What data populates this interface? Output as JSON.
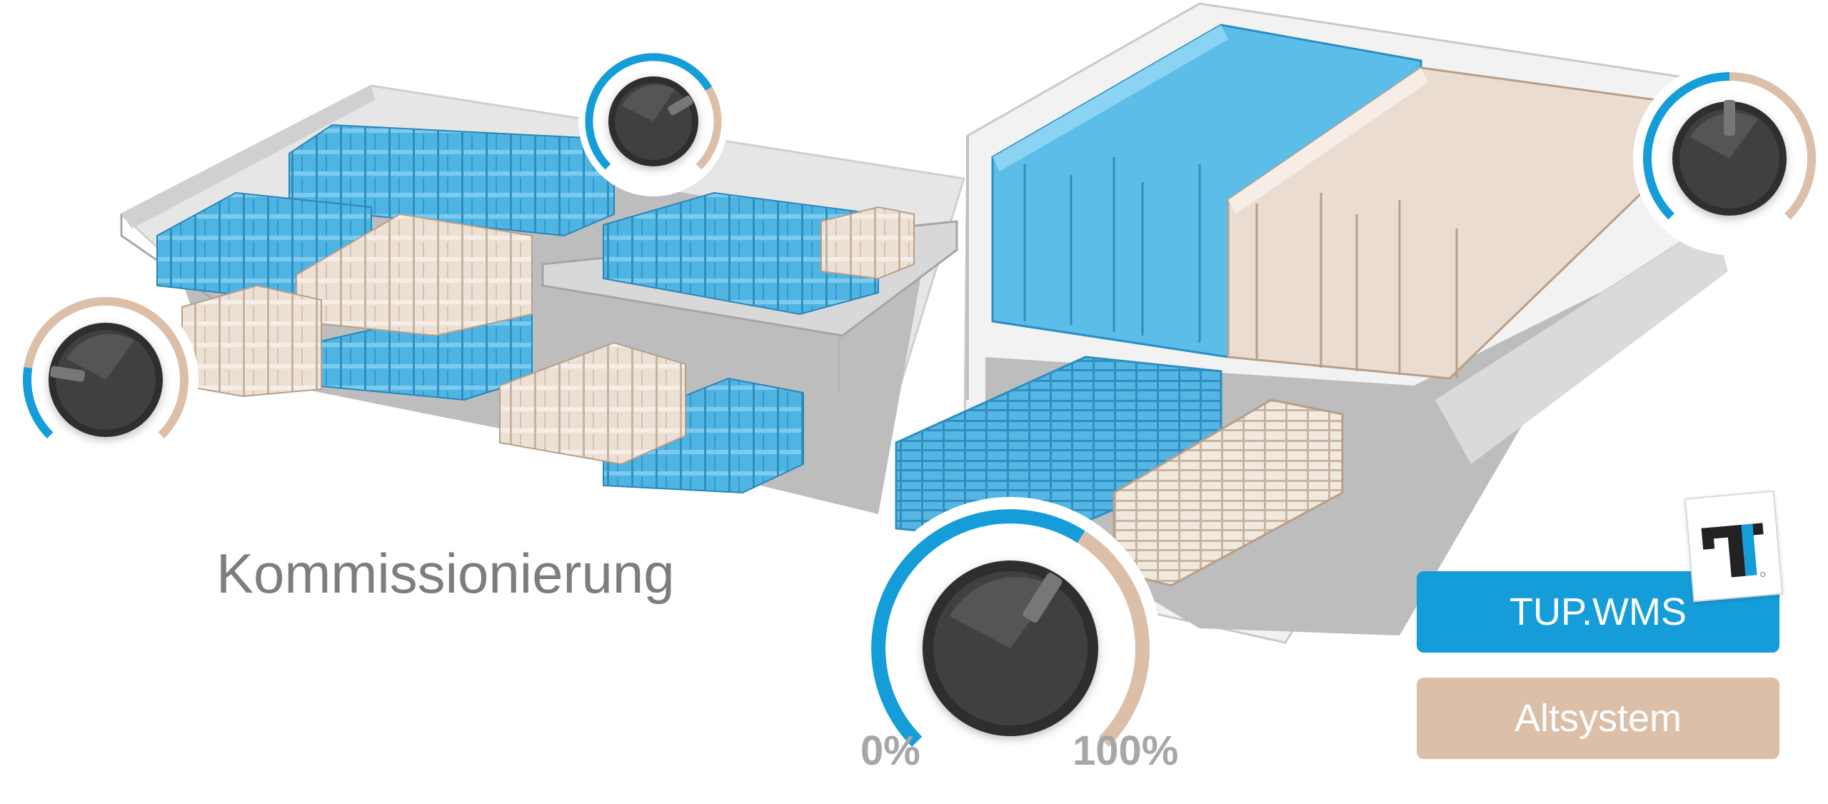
{
  "caption": "Kommissionierung",
  "scale": {
    "min_label": "0%",
    "max_label": "100%"
  },
  "legend": {
    "new_system_label": "TUP.WMS",
    "old_system_label": "Altsystem"
  },
  "colors": {
    "new_system": "#159dd9",
    "old_system": "#dcbfa8",
    "knob": "#2d2d2d",
    "floor": "#bdbdbd"
  },
  "dials": [
    {
      "id": "left",
      "level": 0.2
    },
    {
      "id": "top-left",
      "level": 0.72
    },
    {
      "id": "top-right",
      "level": 0.5
    },
    {
      "id": "main",
      "level": 0.62
    }
  ],
  "logo_icon": "tup-logo-icon"
}
